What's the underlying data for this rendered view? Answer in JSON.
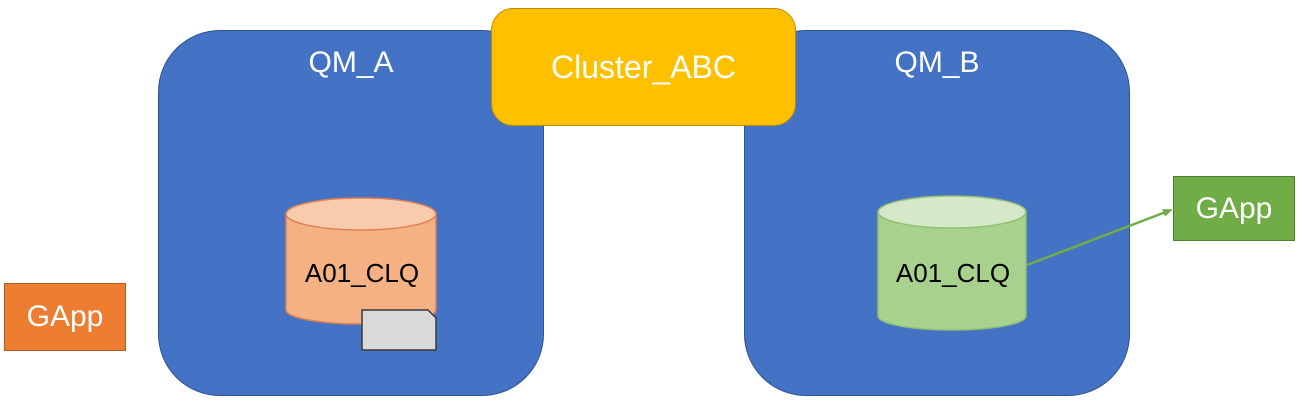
{
  "diagram": {
    "cluster": {
      "label": "Cluster_ABC"
    },
    "queue_managers": [
      {
        "label": "QM_A",
        "queue": {
          "label": "A01_CLQ",
          "has_message": true
        }
      },
      {
        "label": "QM_B",
        "queue": {
          "label": "A01_CLQ",
          "has_message": false
        }
      }
    ],
    "applications": [
      {
        "label": "GApp",
        "position": "left"
      },
      {
        "label": "GApp",
        "position": "right"
      }
    ],
    "connections": [
      {
        "from": "QM_B.A01_CLQ",
        "to": "GApp (right)",
        "style": "arrow"
      }
    ]
  },
  "colors": {
    "queue_manager": "#4472C4",
    "cluster": "#FFC000",
    "gapp_left": "#ED7D31",
    "gapp_right": "#70AD47",
    "queue_a": "#F4B183",
    "queue_b": "#A9D18E",
    "message": "#D9D9D9"
  }
}
